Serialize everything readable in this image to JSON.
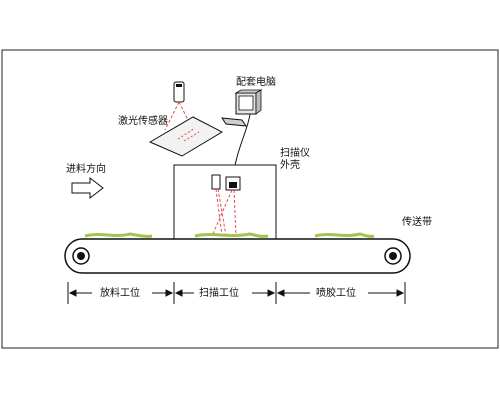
{
  "diagram": {
    "labels": {
      "laser_sensor": "激光传感器",
      "computer": "配套电脑",
      "scanner_housing_line1": "扫描仪",
      "scanner_housing_line2": "外壳",
      "feed_direction": "进料方向",
      "conveyor_belt": "传送带",
      "stations": [
        "放料工位",
        "扫描工位",
        "喷胶工位"
      ]
    },
    "colors": {
      "stroke": "#111111",
      "laser": "#d9534f",
      "glue": "#9fc54f",
      "box_fill": "#ffffff",
      "sensor_fill": "#f2f2f2",
      "monitor_fill": "#e6e6e6"
    },
    "icons": {
      "laser_sensor": "laser-emitter-icon",
      "computer": "monitor-icon",
      "keyboard": "keyboard-icon",
      "camera": "camera-icon",
      "feed_arrow": "arrow-right-icon",
      "rollers": "roller-icon"
    }
  }
}
